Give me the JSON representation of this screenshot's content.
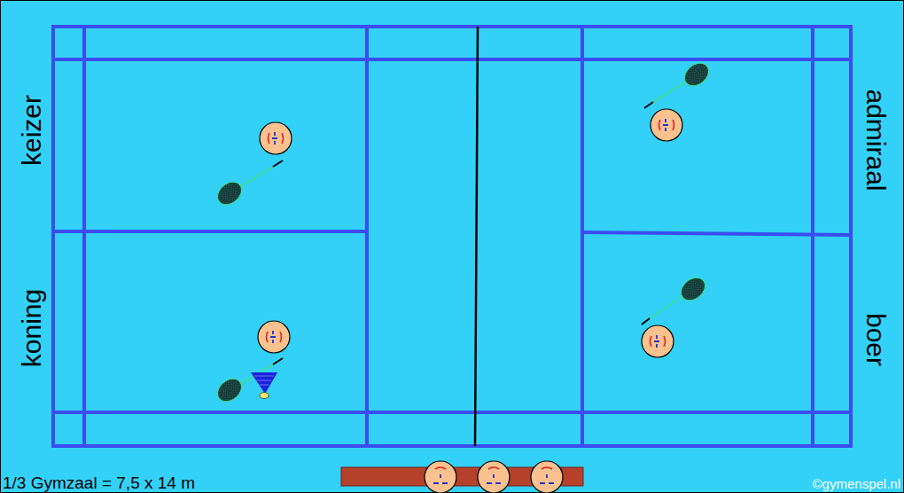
{
  "diagram": {
    "labels": [
      "keizer",
      "koning",
      "admiraal",
      "boer",
      "1/3 Gymzaal = 7,5 x 14 m",
      "©gymenspel.nl"
    ]
  }
}
